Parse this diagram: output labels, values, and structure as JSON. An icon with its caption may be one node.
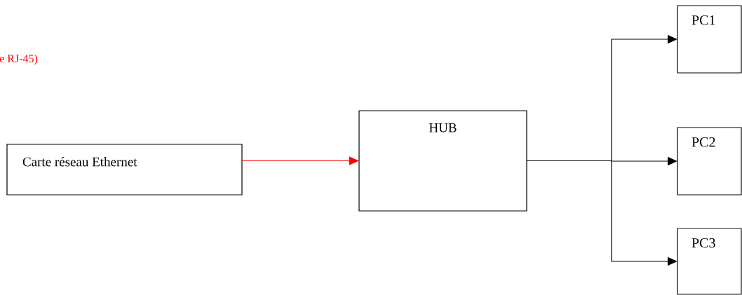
{
  "diagram": {
    "nodes": [
      {
        "text": [
          "Carte réseau Ethernet"
        ]
      },
      {
        "text": [
          "HUB"
        ]
      },
      {
        "text": [
          "PC1"
        ]
      },
      {
        "text": [
          "PC2"
        ]
      },
      {
        "text": [
          "PC3"
        ]
      }
    ],
    "edges": [
      {
        "from": 0,
        "to": 1,
        "arrow": "to",
        "color": "#ff0000"
      },
      {
        "from": 1,
        "to": 2,
        "arrow": "to"
      },
      {
        "from": 1,
        "to": 3,
        "arrow": "to"
      },
      {
        "from": 1,
        "to": 4,
        "arrow": "to"
      }
    ],
    "labels": [
      "e RJ-45)"
    ]
  }
}
